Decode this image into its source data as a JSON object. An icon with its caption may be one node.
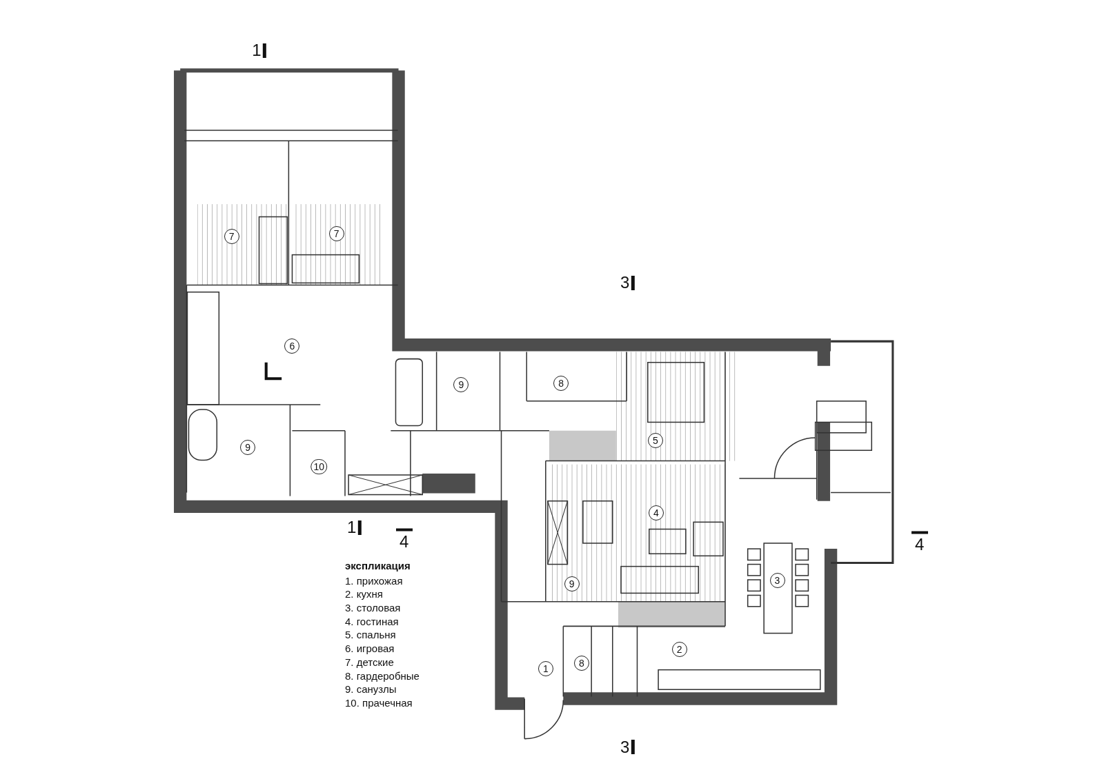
{
  "diagram": {
    "labels": [
      "1",
      "7",
      "7",
      "3",
      "6",
      "9",
      "8",
      "5",
      "9",
      "10",
      "4",
      "1",
      "4",
      "4",
      "3",
      "экспликация",
      "1. прихожая",
      "2. кухня",
      "3. столовая",
      "4. гостиная",
      "5. спальня",
      "6. игровая",
      "7. детские",
      "8. гардеробные",
      "9. санузлы",
      "10. прачечная",
      "9",
      "2",
      "1",
      "8",
      "3"
    ]
  }
}
